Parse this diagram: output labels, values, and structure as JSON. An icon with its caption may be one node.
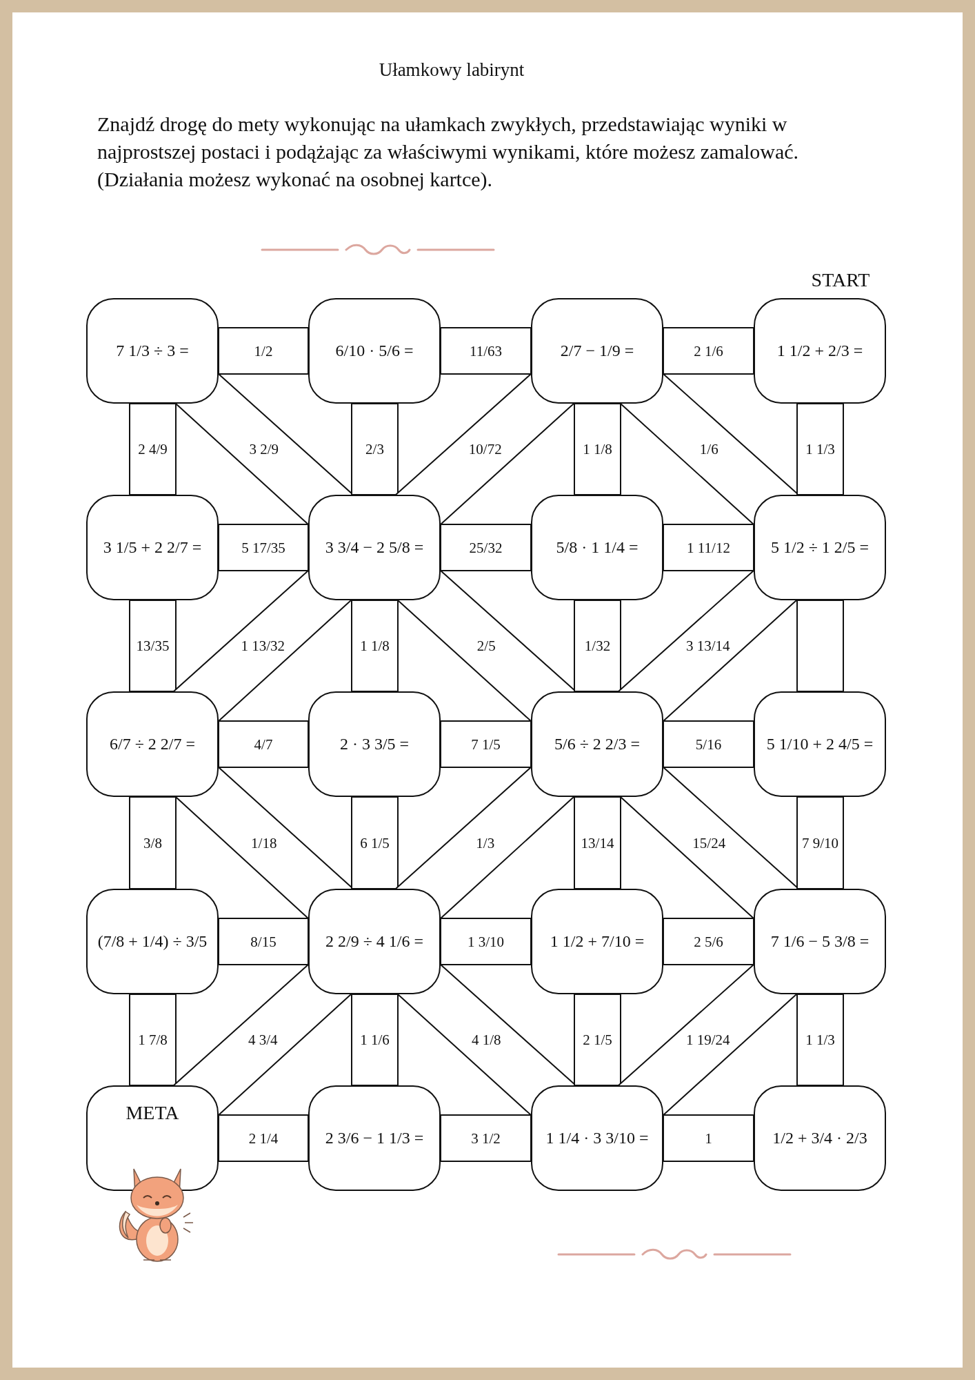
{
  "diagram": {
    "title": "Ułamkowy labirynt",
    "nodes": [
      {
        "text": [
          "7 1/3 ÷ 3 ="
        ]
      },
      {
        "text": [
          "6/10 · 5/6 ="
        ]
      },
      {
        "text": [
          "2/7 − 1/9 ="
        ]
      },
      {
        "text": [
          "1 1/2 + 2/3 ="
        ],
        "beside": [
          "START"
        ]
      },
      {
        "text": [
          "3 1/5 + 2 2/7 ="
        ]
      },
      {
        "text": [
          "3 3/4 − 2 5/8 ="
        ]
      },
      {
        "text": [
          "5/8 · 1 1/4 ="
        ]
      },
      {
        "text": [
          "5 1/2 ÷ 1 2/5 ="
        ]
      },
      {
        "text": [
          "6/7 ÷ 2 2/7 ="
        ]
      },
      {
        "text": [
          "2 · 3 3/5 ="
        ]
      },
      {
        "text": [
          "5/6 ÷ 2 2/3 ="
        ]
      },
      {
        "text": [
          "5 1/10 + 2 4/5 ="
        ]
      },
      {
        "text": [
          "(7/8 + 1/4) ÷ 3/5"
        ]
      },
      {
        "text": [
          "2 2/9 ÷ 4 1/6 ="
        ]
      },
      {
        "text": [
          "1 1/2 + 7/10 ="
        ]
      },
      {
        "text": [
          "7 1/6 − 5 3/8 ="
        ]
      },
      {
        "text": [
          "META"
        ]
      },
      {
        "text": [
          "2 3/6 − 1 1/3 ="
        ]
      },
      {
        "text": [
          "1 1/4 · 3 3/10 ="
        ]
      },
      {
        "text": [
          "1/2 + 3/4 · 2/3"
        ]
      }
    ],
    "edges": [
      {
        "from": 0,
        "to": 1,
        "arrow": "none",
        "label": "1/2"
      },
      {
        "from": 1,
        "to": 2,
        "arrow": "none",
        "label": "11/63"
      },
      {
        "from": 2,
        "to": 3,
        "arrow": "none",
        "label": "2 1/6"
      },
      {
        "from": 0,
        "to": 4,
        "arrow": "none",
        "label": "2 4/9"
      },
      {
        "from": 0,
        "to": 5,
        "arrow": "none",
        "label": "3 2/9"
      },
      {
        "from": 1,
        "to": 5,
        "arrow": "none",
        "label": "2/3"
      },
      {
        "from": 2,
        "to": 5,
        "arrow": "none",
        "label": "10/72"
      },
      {
        "from": 2,
        "to": 6,
        "arrow": "none",
        "label": "1 1/8"
      },
      {
        "from": 2,
        "to": 7,
        "arrow": "none",
        "label": "1/6"
      },
      {
        "from": 3,
        "to": 7,
        "arrow": "none",
        "label": "1 1/3"
      },
      {
        "from": 4,
        "to": 5,
        "arrow": "none",
        "label": "5 17/35"
      },
      {
        "from": 5,
        "to": 6,
        "arrow": "none",
        "label": "25/32"
      },
      {
        "from": 6,
        "to": 7,
        "arrow": "none",
        "label": "1 11/12"
      },
      {
        "from": 4,
        "to": 8,
        "arrow": "none",
        "label": "13/35"
      },
      {
        "from": 5,
        "to": 8,
        "arrow": "none",
        "label": "1 13/32"
      },
      {
        "from": 5,
        "to": 9,
        "arrow": "none",
        "label": "1 1/8"
      },
      {
        "from": 5,
        "to": 10,
        "arrow": "none",
        "label": "2/5"
      },
      {
        "from": 6,
        "to": 10,
        "arrow": "none",
        "label": "1/32"
      },
      {
        "from": 7,
        "to": 10,
        "arrow": "none",
        "label": "3 13/14"
      },
      {
        "from": 7,
        "to": 11,
        "arrow": "none"
      },
      {
        "from": 8,
        "to": 9,
        "arrow": "none",
        "label": "4/7"
      },
      {
        "from": 9,
        "to": 10,
        "arrow": "none",
        "label": "7 1/5"
      },
      {
        "from": 10,
        "to": 11,
        "arrow": "none",
        "label": "5/16"
      },
      {
        "from": 8,
        "to": 12,
        "arrow": "none",
        "label": "3/8"
      },
      {
        "from": 8,
        "to": 13,
        "arrow": "none",
        "label": "1/18"
      },
      {
        "from": 9,
        "to": 13,
        "arrow": "none",
        "label": "6 1/5"
      },
      {
        "from": 10,
        "to": 13,
        "arrow": "none",
        "label": "1/3"
      },
      {
        "from": 10,
        "to": 14,
        "arrow": "none",
        "label": "13/14"
      },
      {
        "from": 10,
        "to": 15,
        "arrow": "none",
        "label": "15/24"
      },
      {
        "from": 11,
        "to": 15,
        "arrow": "none",
        "label": "7 9/10"
      },
      {
        "from": 12,
        "to": 13,
        "arrow": "none",
        "label": "8/15"
      },
      {
        "from": 13,
        "to": 14,
        "arrow": "none",
        "label": "1 3/10"
      },
      {
        "from": 14,
        "to": 15,
        "arrow": "none",
        "label": "2 5/6"
      },
      {
        "from": 12,
        "to": 16,
        "arrow": "none",
        "label": "1 7/8"
      },
      {
        "from": 13,
        "to": 16,
        "arrow": "none",
        "label": "4 3/4"
      },
      {
        "from": 13,
        "to": 17,
        "arrow": "none",
        "label": "1 1/6"
      },
      {
        "from": 13,
        "to": 18,
        "arrow": "none",
        "label": "4 1/8"
      },
      {
        "from": 14,
        "to": 18,
        "arrow": "none",
        "label": "2 1/5"
      },
      {
        "from": 15,
        "to": 18,
        "arrow": "none",
        "label": "1 19/24"
      },
      {
        "from": 15,
        "to": 19,
        "arrow": "none",
        "label": "1 1/3"
      },
      {
        "from": 16,
        "to": 17,
        "arrow": "none",
        "label": "2 1/4"
      },
      {
        "from": 17,
        "to": 18,
        "arrow": "none",
        "label": "3 1/2"
      },
      {
        "from": 18,
        "to": 19,
        "arrow": "none",
        "label": "1"
      }
    ],
    "labels": [
      "Znajdź drogę do mety wykonując na ułamkach zwykłych, przedstawiając wyniki w najprostszej postaci i podążając za właściwymi wynikami, które możesz zamalować. (Działania możesz wykonać na osobnej kartce)."
    ]
  }
}
